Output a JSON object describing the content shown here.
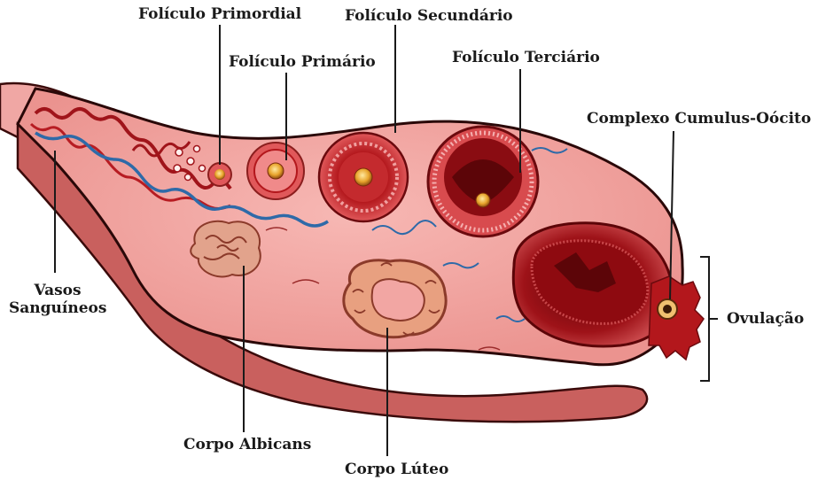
{
  "labels": {
    "primordial": "Folículo Primordial",
    "primario": "Folículo Primário",
    "secundario": "Folículo Secundário",
    "terciario": "Folículo Terciário",
    "cumulus": "Complexo Cumulus-Oócito",
    "vasos_line1": "Vasos",
    "vasos_line2": "Sanguíneos",
    "ovulacao": "Ovulação",
    "albicans": "Corpo Albicans",
    "luteo": "Corpo Lúteo"
  },
  "colors": {
    "stroma": "#f2a6a3",
    "cortex_edge": "#8b1e1e",
    "follicle_red": "#b3171c",
    "vessel_red": "#a0141a",
    "vessel_blue": "#2e6aa8",
    "corpus": "#d9868a"
  }
}
